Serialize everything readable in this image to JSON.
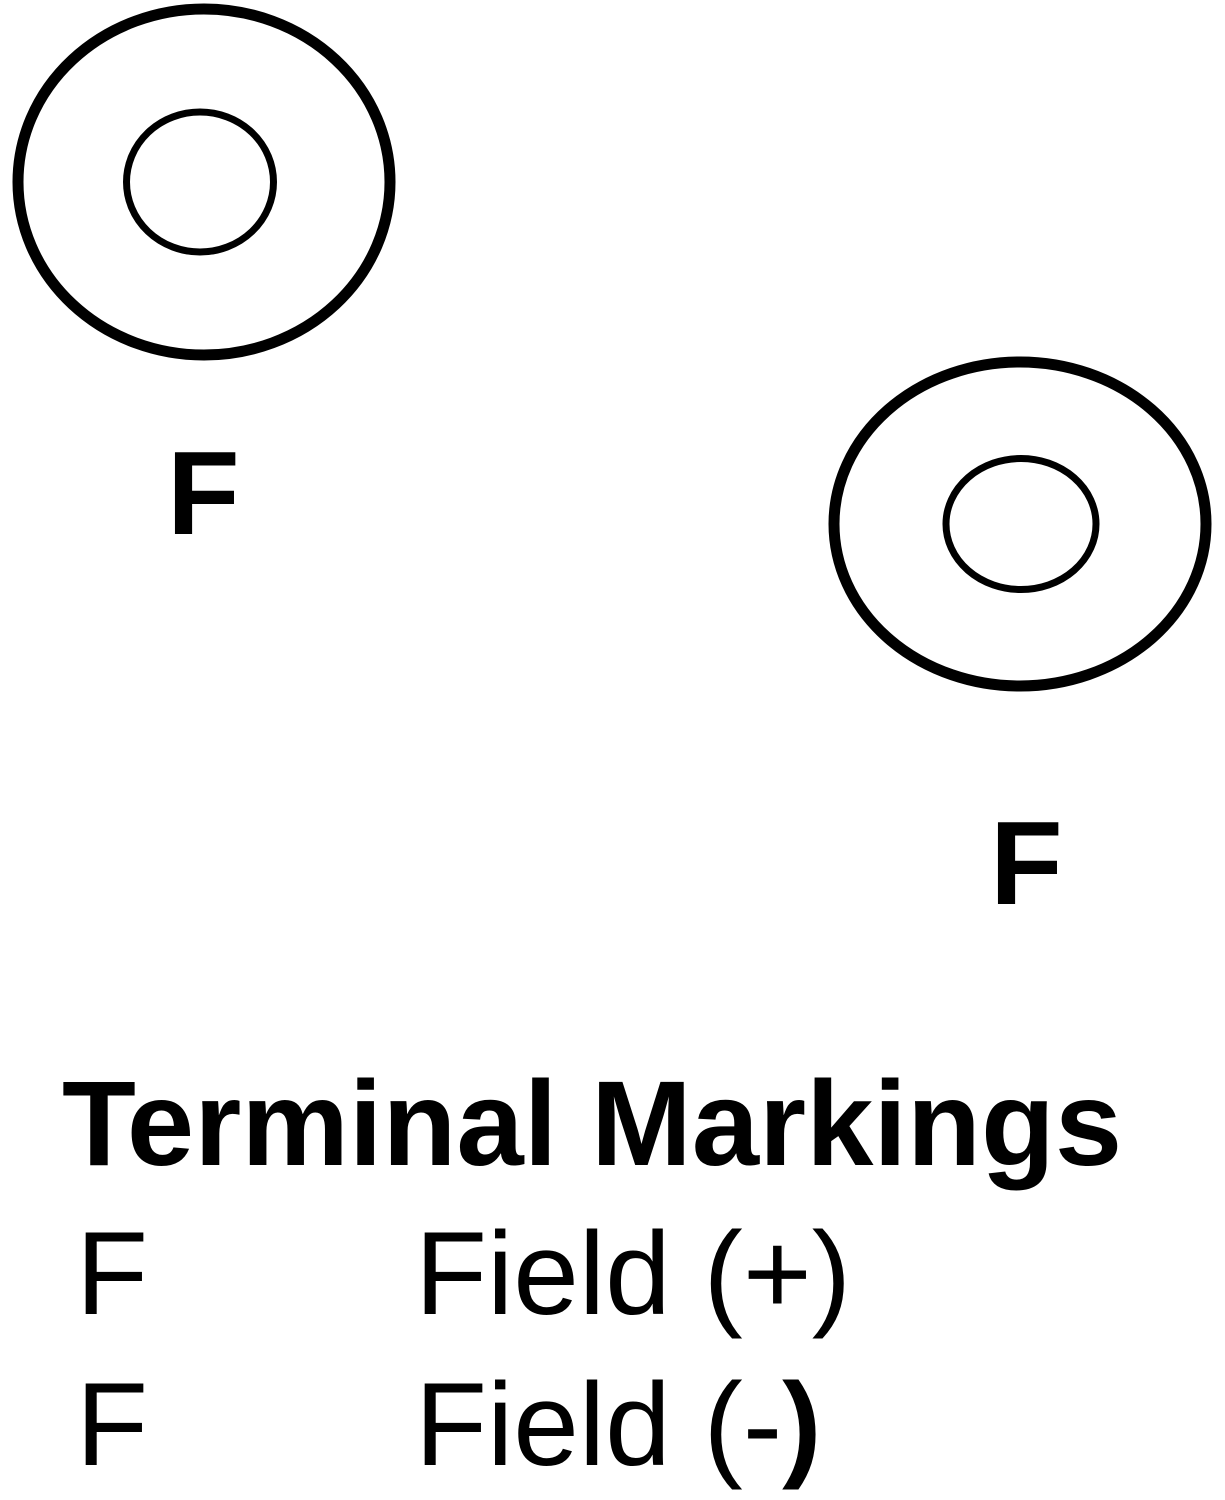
{
  "diagram": {
    "background_color": "#ffffff",
    "ink_color": "#000000",
    "terminals": [
      {
        "id": "left-terminal",
        "label": "F"
      },
      {
        "id": "right-terminal",
        "label": "F"
      }
    ],
    "title": "Terminal Markings",
    "legend": {
      "rows": [
        {
          "term": "F",
          "desc_main": "Field (+)",
          "desc_bold": ""
        },
        {
          "term": "F",
          "desc_main": "Field (-",
          "desc_bold": ")"
        }
      ]
    }
  }
}
